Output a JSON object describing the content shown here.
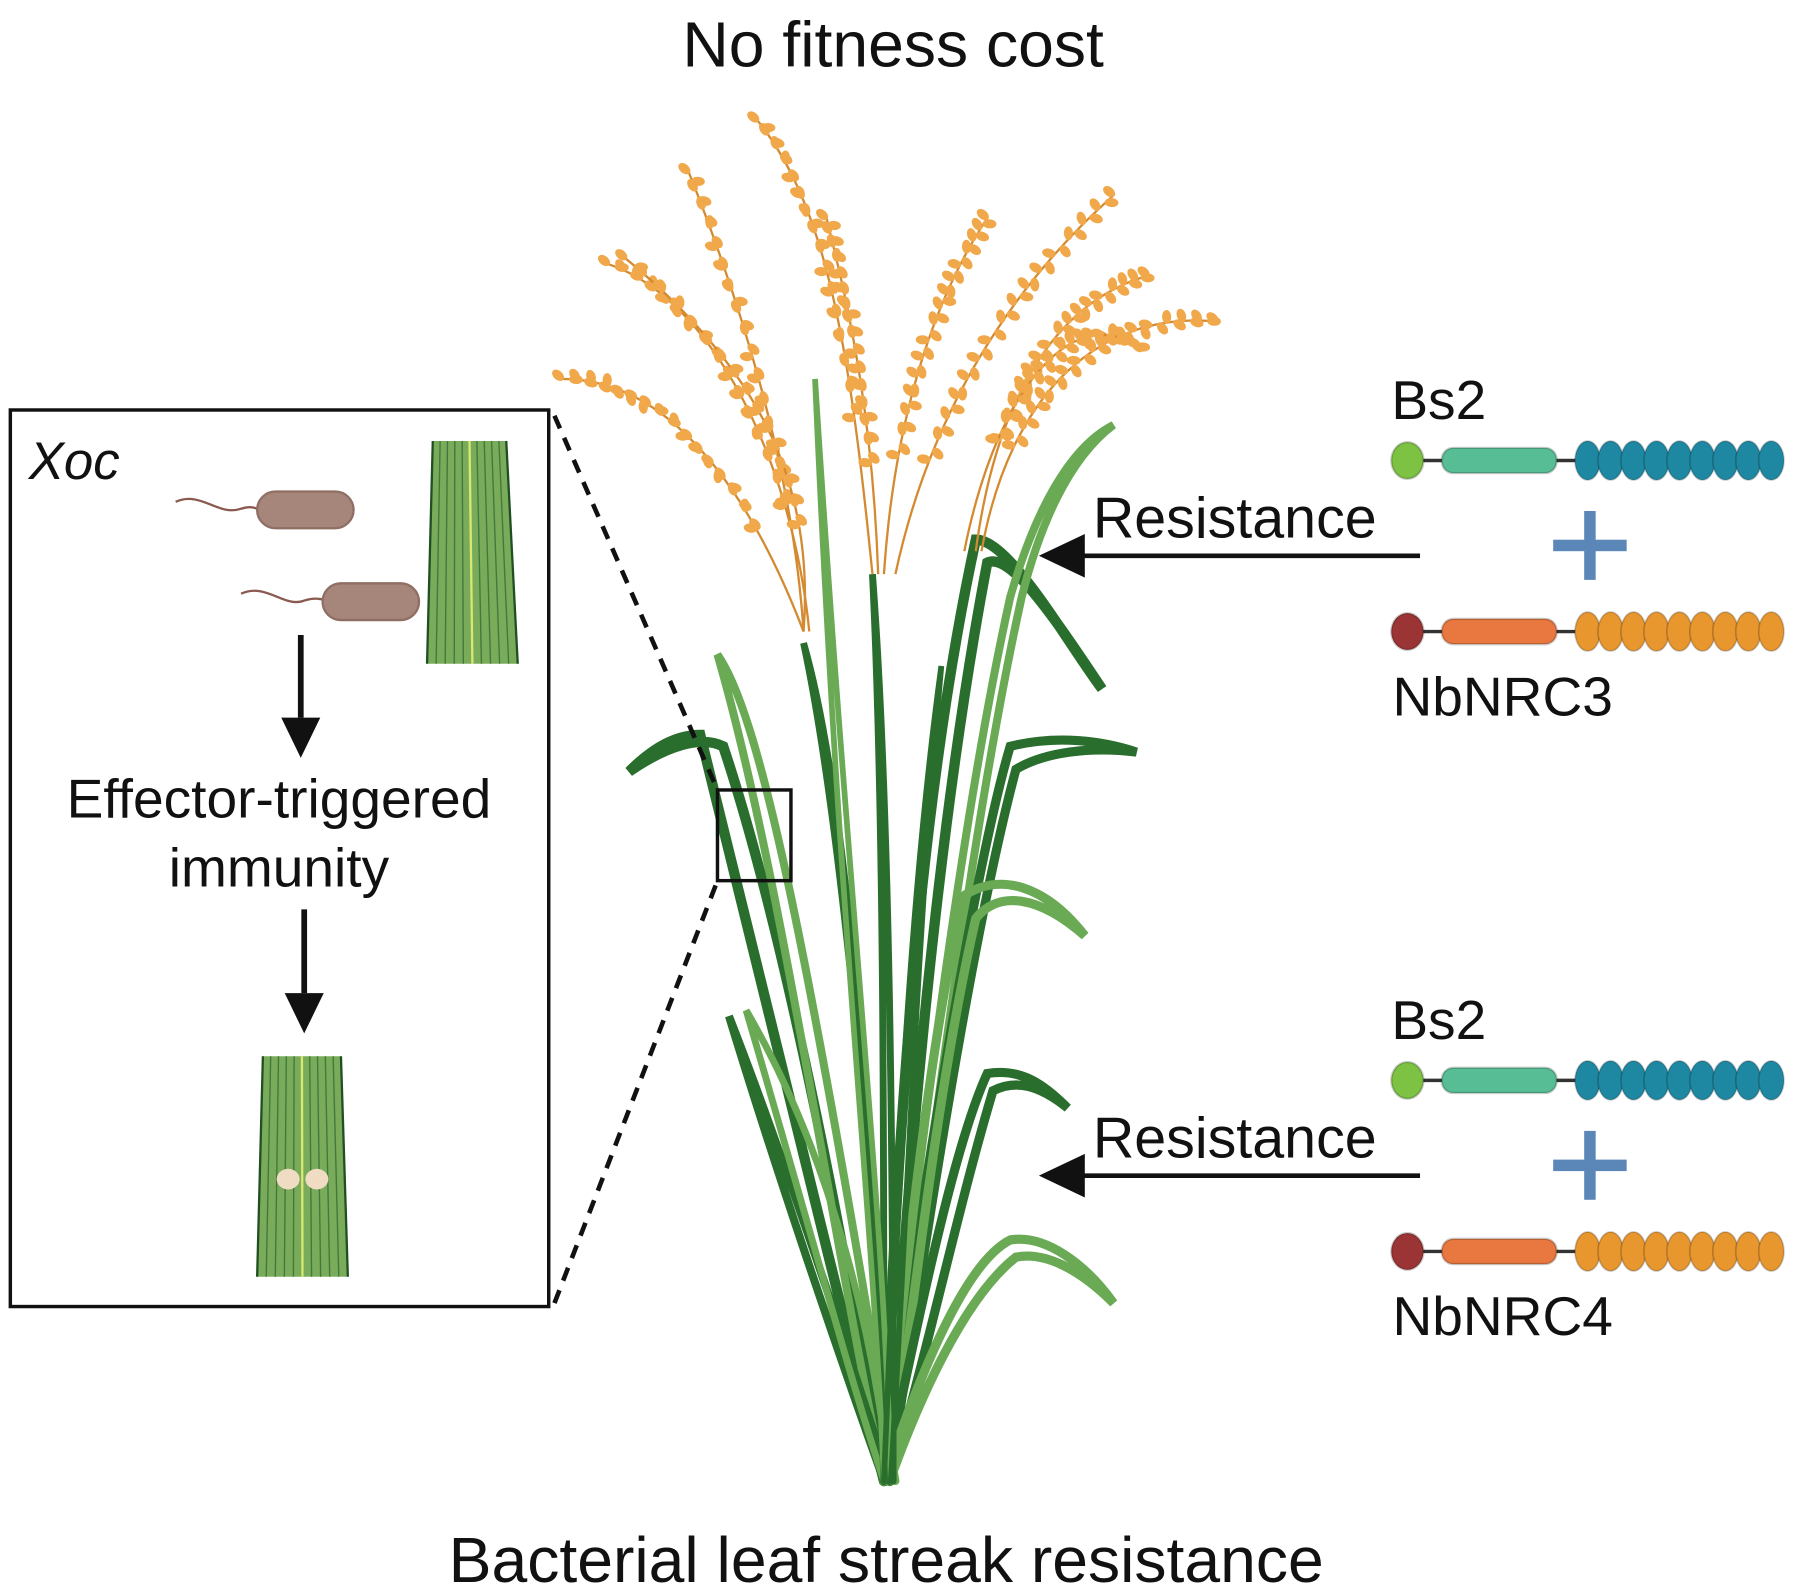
{
  "title": "No fitness cost",
  "caption": "Bacterial leaf streak resistance",
  "inset": {
    "pathogen_label": "Xoc",
    "process_line1": "Effector-triggered",
    "process_line2": "immunity"
  },
  "constructs": [
    {
      "top_label": "Bs2",
      "bottom_label": "NbNRC3",
      "arrow_label": "Resistance"
    },
    {
      "top_label": "Bs2",
      "bottom_label": "NbNRC4",
      "arrow_label": "Resistance"
    }
  ],
  "colors": {
    "bs2_cc": "#7dc242",
    "bs2_nb": "#57bd94",
    "bs2_lrr": "#1e88a3",
    "nrc_cc": "#9b3535",
    "nrc_nb": "#e87840",
    "nrc_lrr": "#e8962e",
    "plus": "#5b86b8",
    "leaf_dark": "#2a6e2e",
    "leaf_light": "#6aaa55",
    "grain": "#f0a84a",
    "bacterium": "#a6857a"
  }
}
